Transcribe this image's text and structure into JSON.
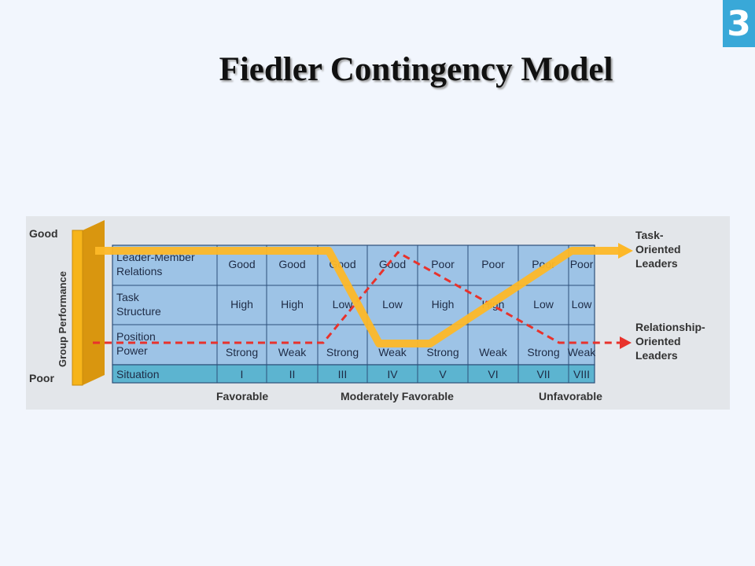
{
  "slide_number": "3",
  "title": "Fiedler Contingency Model",
  "axis": {
    "label": "Group Performance",
    "top": "Good",
    "bottom": "Poor"
  },
  "rows": [
    {
      "label_lines": [
        "Leader-Member",
        "Relations"
      ],
      "values": [
        "Good",
        "Good",
        "Good",
        "Good",
        "Poor",
        "Poor",
        "Poor",
        "Poor"
      ]
    },
    {
      "label_lines": [
        "Task",
        "Structure"
      ],
      "values": [
        "High",
        "High",
        "Low",
        "Low",
        "High",
        "High",
        "Low",
        "Low"
      ]
    },
    {
      "label_lines": [
        "Position",
        "Power"
      ],
      "values": [
        "Strong",
        "Weak",
        "Strong",
        "Weak",
        "Strong",
        "Weak",
        "Strong",
        "Weak"
      ]
    }
  ],
  "situation": {
    "label": "Situation",
    "values": [
      "I",
      "II",
      "III",
      "IV",
      "V",
      "VI",
      "VII",
      "VIII"
    ]
  },
  "bottom_labels": {
    "favorable": "Favorable",
    "moderate": "Moderately Favorable",
    "unfavorable": "Unfavorable"
  },
  "legend": {
    "task": [
      "Task-",
      "Oriented",
      "Leaders"
    ],
    "relationship": [
      "Relationship-",
      "Oriented",
      "Leaders"
    ]
  },
  "colors": {
    "grid_fill": "#9dc3e6",
    "situation_fill": "#5cb4d0",
    "task_line": "#fdb828",
    "relationship_line": "#e8322c",
    "performance_bar": "#f6b41a"
  }
}
